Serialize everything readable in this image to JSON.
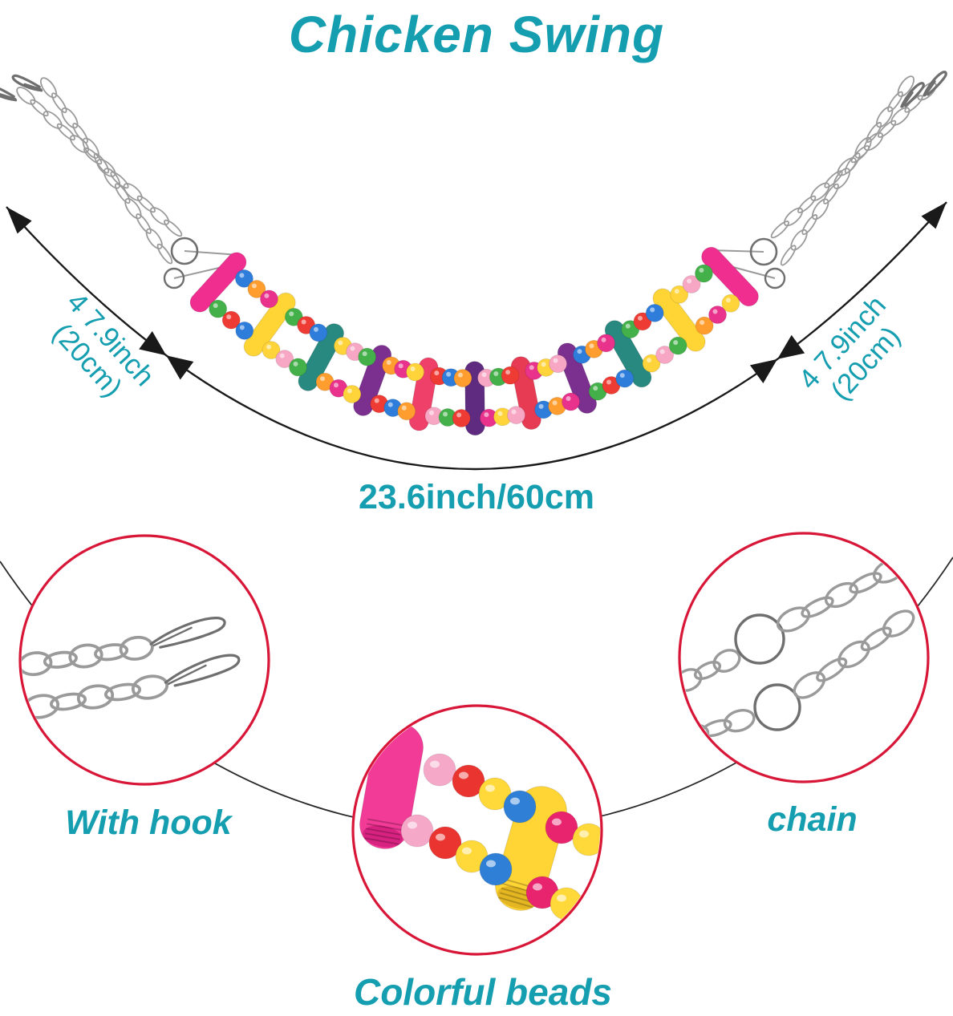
{
  "title": {
    "text": "Chicken Swing"
  },
  "palette": {
    "teal": "#149eb0",
    "callout_ring": "#d81638",
    "line": "#1a1a1a",
    "chain_stroke": "#9a9a9a",
    "metal_dark": "#6f6f6f"
  },
  "measurements": {
    "left": {
      "line1": "4 7.9inch",
      "line2": "(20cm)"
    },
    "right": {
      "line1": "4 7.9inch",
      "line2": "(20cm)"
    },
    "bottom": "23.6inch/60cm"
  },
  "callouts": {
    "hook": {
      "label": "With hook"
    },
    "chain": {
      "label": "chain"
    },
    "beads": {
      "label": "Colorful beads"
    }
  },
  "swing": {
    "rung_colors": [
      "#ef2e8f",
      "#ffd435",
      "#27897f",
      "#7b2f8e",
      "#ee4069",
      "#5e2b80",
      "#e73b53",
      "#7b2f8e",
      "#27897f",
      "#ffd435",
      "#ef2e8f"
    ],
    "bead_palette": [
      "#ee3b33",
      "#ffd43a",
      "#2e7ddb",
      "#f7a6c3",
      "#ff9d2e",
      "#43b049",
      "#e8328c"
    ]
  },
  "closeup": {
    "left_rung_color": "#f23a97",
    "left_rung_cap": "#d41f7d",
    "right_rung_color": "#ffd435",
    "right_rung_cap": "#dfb11f",
    "top_beads": [
      "#f6a8c8",
      "#e93430",
      "#ffd83a",
      "#2f7fd6",
      "#e8246e",
      "#ffd83a"
    ],
    "bottom_beads": [
      "#f6a8c8",
      "#e93430",
      "#ffd83a",
      "#2f7fd6",
      "#e8246e",
      "#ffd83a"
    ]
  }
}
